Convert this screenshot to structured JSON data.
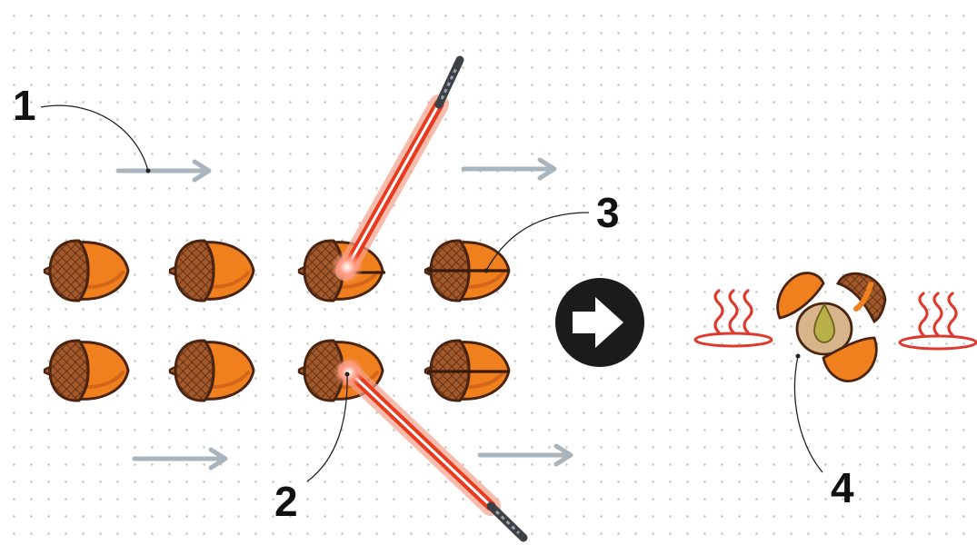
{
  "labels": {
    "step1": "1",
    "step2": "2",
    "step3": "3",
    "step4": "4"
  },
  "icons": {
    "flow_arrow": "arrow-right-icon",
    "heat": "heat-waves-icon",
    "acorn": "acorn-icon",
    "laser": "laser-beam-icon"
  },
  "colors": {
    "acorn_body": "#f0801e",
    "acorn_cap": "#a1582a",
    "outline": "#4a2410",
    "laser": "#e83a1e",
    "laser_glow": "#f5a08a",
    "arrow_gray": "#a9b4bd",
    "heat_red": "#dd3a2e",
    "circle_button": "#1b1b1b"
  }
}
